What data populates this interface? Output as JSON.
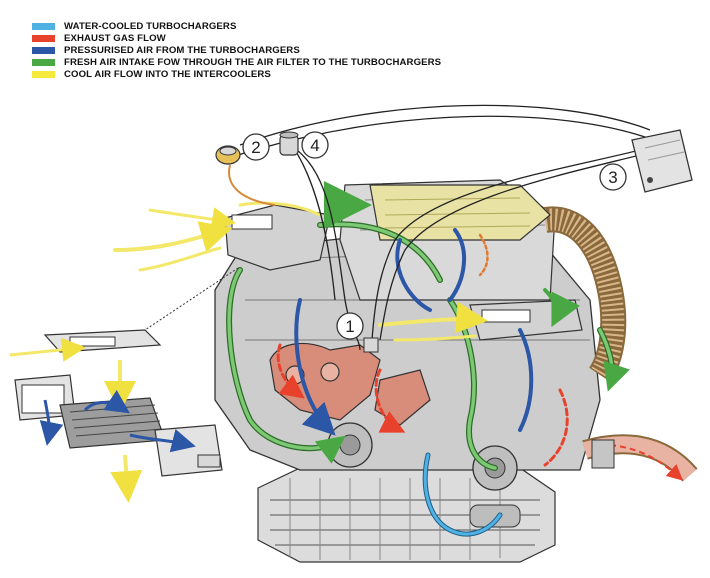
{
  "legend": {
    "items": [
      {
        "label": "WATER-COOLED TURBOCHARGERS",
        "color": "#4fb2e3"
      },
      {
        "label": "EXHAUST GAS FLOW",
        "color": "#e8412c"
      },
      {
        "label": "PRESSURISED AIR FROM THE TURBOCHARGERS",
        "color": "#2c56a6"
      },
      {
        "label": "FRESH AIR INTAKE FOW THROUGH THE AIR FILTER TO THE TURBOCHARGERS",
        "color": "#49a843"
      },
      {
        "label": "COOL AIR FLOW INTO THE INTERCOOLERS",
        "color": "#f5ea3a"
      }
    ]
  },
  "callouts": {
    "c1": "1",
    "c2": "2",
    "c3": "3",
    "c4": "4"
  },
  "colors": {
    "engine_gray": "#c9c9c9",
    "outline": "#333333",
    "manifold": "#d88c7a",
    "hose": "#d9b68a"
  }
}
